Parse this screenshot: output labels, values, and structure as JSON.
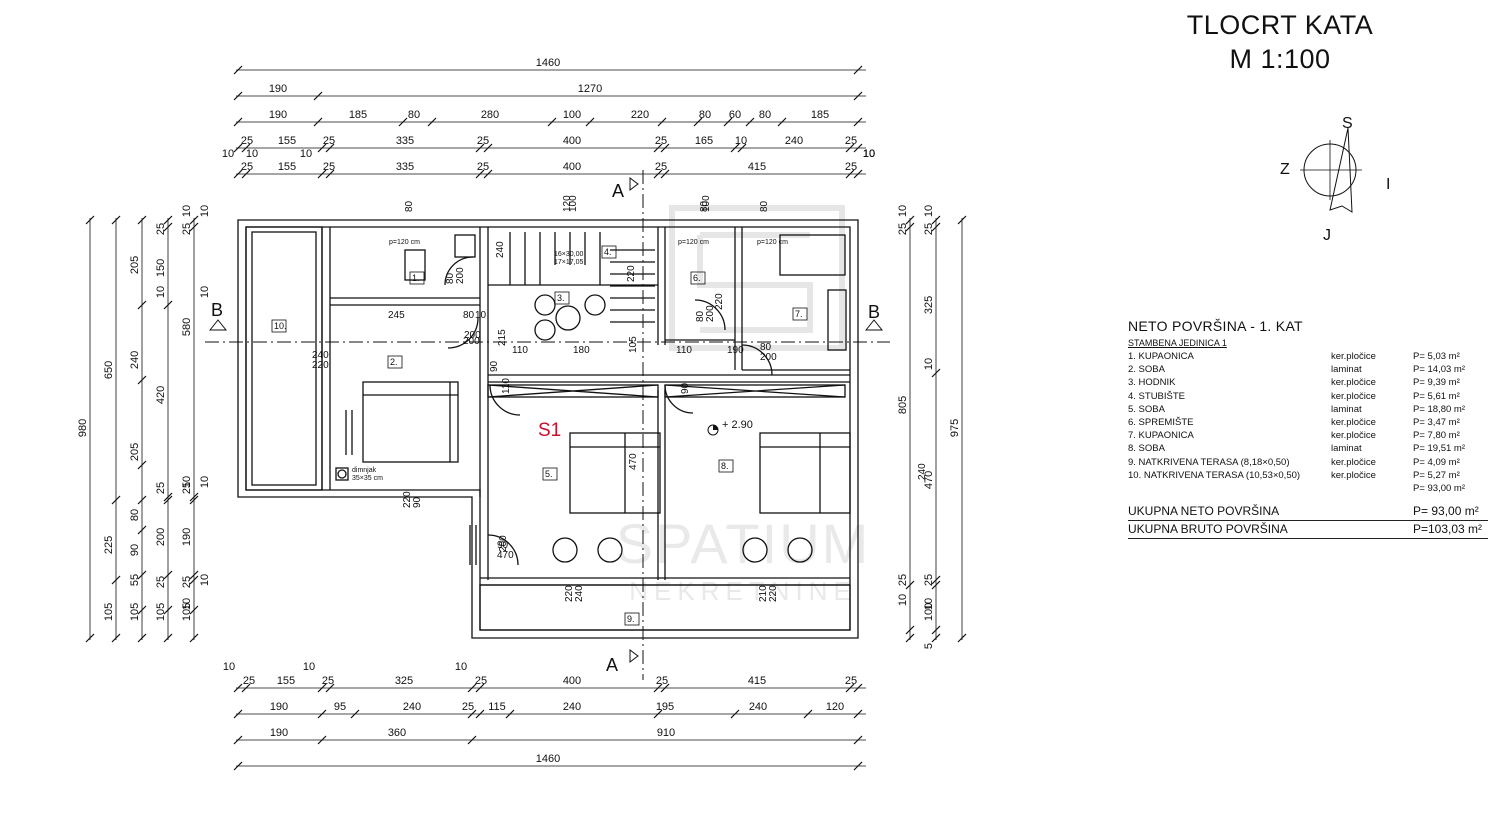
{
  "title": {
    "line1": "TLOCRT  KATA",
    "line2": "M 1:100"
  },
  "compass": {
    "s": "S",
    "z": "Z",
    "i": "I",
    "j": "J"
  },
  "section_markers": {
    "a": "A",
    "b": "B"
  },
  "unit_label": "S1",
  "elevation": "+ 2.90",
  "notes": {
    "dimnjak": "dimnjak",
    "dimnjak_size": "35×35 cm",
    "stair_1": "16×30,00",
    "stair_2": "17×17,05",
    "p_bath1": "p=120 cm",
    "p_bath6": "p=120 cm",
    "p_bath7": "p=120 cm"
  },
  "room_numbers": [
    "1.",
    "2.",
    "3.",
    "4.",
    "5.",
    "6.",
    "7.",
    "8.",
    "9.",
    "10."
  ],
  "dims": {
    "top_row1": [
      "1460"
    ],
    "top_row2": [
      "190",
      "1270"
    ],
    "top_row3": [
      "190",
      "185",
      "80",
      "280",
      "100",
      "220",
      "80",
      "60",
      "80",
      "185"
    ],
    "top_row4": [
      "25",
      "155",
      "25",
      "335",
      "25",
      "400",
      "25",
      "165",
      "10",
      "240",
      "25"
    ],
    "top_row5": [
      "25",
      "155",
      "25",
      "335",
      "25",
      "400",
      "25",
      "415",
      "25"
    ],
    "top_tens": [
      "10",
      "10",
      "10",
      "10",
      "10",
      "10"
    ],
    "bottom_tens": [
      "10",
      "10",
      "10"
    ],
    "bottom_row1": [
      "25",
      "155",
      "25",
      "325",
      "25",
      "400",
      "25",
      "415",
      "25"
    ],
    "bottom_row2": [
      "190",
      "95",
      "240",
      "25",
      "115",
      "240",
      "195",
      "240",
      "120"
    ],
    "bottom_row3": [
      "190",
      "360",
      "910"
    ],
    "bottom_row4": [
      "1460"
    ],
    "left_col1": [
      "980"
    ],
    "left_col2": [
      "650",
      "225",
      "105"
    ],
    "left_col3": [
      "205",
      "240",
      "205",
      "80",
      "90",
      "55",
      "105"
    ],
    "left_col4": [
      "25",
      "150",
      "10",
      "420",
      "25",
      "200",
      "25",
      "105"
    ],
    "left_col5": [
      "10",
      "25",
      "580",
      "25",
      "10",
      "190",
      "25",
      "10",
      "105"
    ],
    "left_tens": [
      "10",
      "10",
      "10",
      "10"
    ],
    "right_col1": [
      "10",
      "25",
      "805",
      "25",
      "10"
    ],
    "right_col2": [
      "10",
      "25",
      "325",
      "10",
      "470",
      "25",
      "100",
      "10",
      "5"
    ],
    "right_col3": [
      "975"
    ],
    "inner": [
      "80",
      "100",
      "120",
      "80",
      "100",
      "80",
      "80",
      "200",
      "80",
      "200",
      "90",
      "200",
      "245",
      "80",
      "10",
      "240",
      "220",
      "110",
      "180",
      "105",
      "110",
      "190",
      "80",
      "200",
      "215",
      "110",
      "200",
      "90",
      "200",
      "90",
      "470",
      "470",
      "240",
      "220",
      "90",
      "220",
      "240",
      "220",
      "240",
      "220",
      "210",
      "220"
    ]
  },
  "legend": {
    "heading": "NETO  POVRŠINA -  1. KAT",
    "subheading": "STAMBENA JEDINICA  1",
    "rows": [
      {
        "name": "1. KUPAONICA",
        "material": "ker.pločice",
        "area": "P=   5,03 m²"
      },
      {
        "name": "2. SOBA",
        "material": "laminat",
        "area": "P=  14,03 m²"
      },
      {
        "name": "3. HODNIK",
        "material": "ker.pločice",
        "area": "P=   9,39 m²"
      },
      {
        "name": "4. STUBIŠTE",
        "material": "ker.pločice",
        "area": "P=   5,61 m²"
      },
      {
        "name": "5. SOBA",
        "material": "laminat",
        "area": "P=  18,80 m²"
      },
      {
        "name": "6. SPREMIŠTE",
        "material": "ker.pločice",
        "area": "P=   3,47 m²"
      },
      {
        "name": "7. KUPAONICA",
        "material": "ker.pločice",
        "area": "P=   7,80 m²"
      },
      {
        "name": "8. SOBA",
        "material": "laminat",
        "area": "P=  19,51 m²"
      },
      {
        "name": "9. NATKRIVENA TERASA (8,18×0,50)",
        "material": "ker.pločice",
        "area": "P=   4,09 m²"
      },
      {
        "name": "10. NATKRIVENA TERASA (10,53×0,50)",
        "material": "ker.pločice",
        "area": "P=   5,27 m²"
      },
      {
        "name": "",
        "material": "",
        "area": "P=  93,00 m²"
      }
    ],
    "total_net_label": "UKUPNA NETO POVRŠINA",
    "total_net_value": "P= 93,00 m²",
    "total_gross_label": "UKUPNA BRUTO POVRŠINA",
    "total_gross_value": "P=103,03 m²"
  },
  "watermark": {
    "text1": "SPATIUM",
    "text2": "NEKRETNINE"
  },
  "colors": {
    "ink": "#111111",
    "accent": "#c8102e",
    "watermark": "#e4e4e4"
  }
}
